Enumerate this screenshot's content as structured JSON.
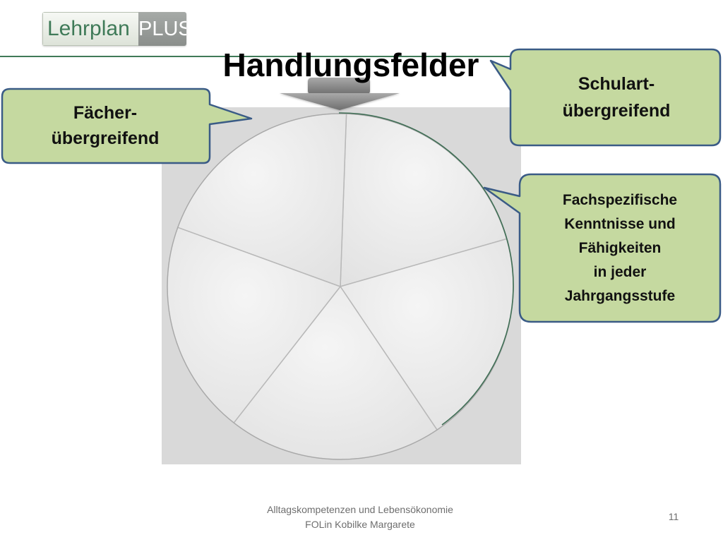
{
  "logo": {
    "left": "Lehrplan",
    "right": "PLUS"
  },
  "title": "Handlungsfelder",
  "callouts": {
    "faecher": {
      "lines": [
        "Fächer-",
        "übergreifend"
      ]
    },
    "schulart": {
      "lines": [
        "Schulart-",
        "übergreifend"
      ]
    },
    "fachspezifisch": {
      "lines": [
        "Fachspezifische",
        "Kenntnisse und",
        "Fähigkeiten",
        "in jeder",
        "Jahrgangsstufe"
      ]
    }
  },
  "wheel": {
    "segments": 5
  },
  "footer": {
    "line1": "Alltagskompetenzen und Lebensökonomie",
    "line2": "FOLin Kobilke Margarete"
  },
  "page_number": "11",
  "colors": {
    "accent": "#3f7a58",
    "callout_fill": "#c5d9a0",
    "callout_border": "#3a5b86",
    "panel": "#d9d9d9"
  }
}
